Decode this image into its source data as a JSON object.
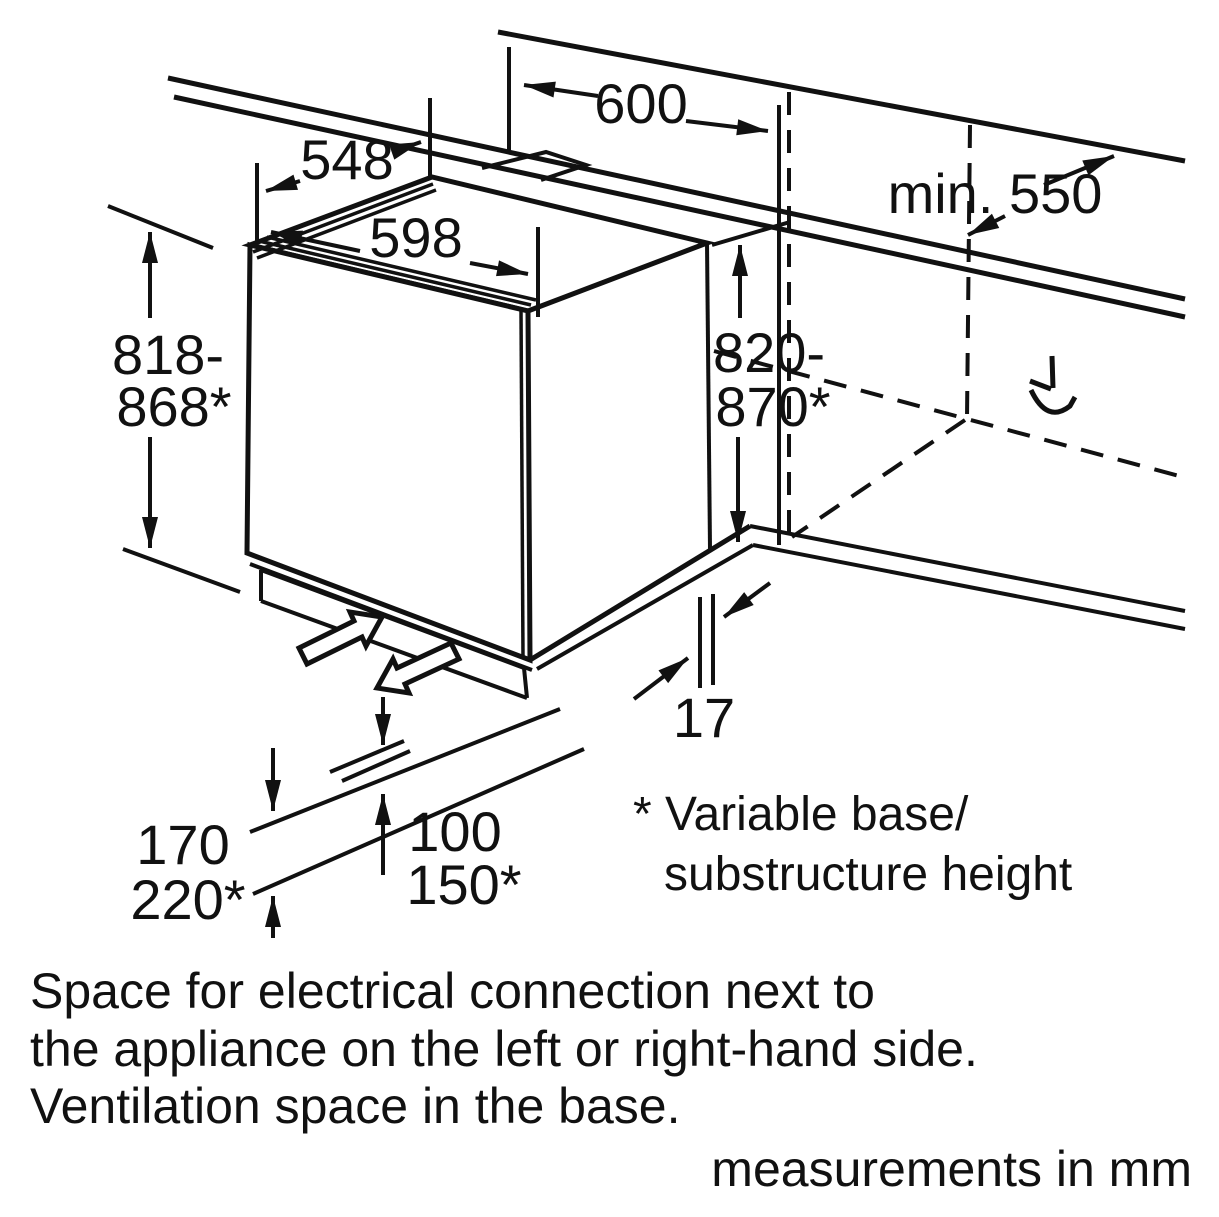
{
  "dimensions": {
    "niche_width": "600",
    "counter_depth_min": "min. 550",
    "appliance_depth": "548",
    "appliance_width": "598",
    "appliance_height": {
      "line1": "818-",
      "line2": "868*"
    },
    "niche_height": {
      "line1": "820-",
      "line2": "870*"
    },
    "plinth_recess": "17",
    "front_clearance": {
      "line1": "170",
      "line2": "220*"
    },
    "base_vent": {
      "line1": "100",
      "line2": "150*"
    }
  },
  "footnote": {
    "line1": "* Variable base/",
    "line2": "substructure height"
  },
  "notes": {
    "line1": "Space for electrical connection next to",
    "line2": "the appliance on the left or right-hand side.",
    "line3": "Ventilation space in the base.",
    "units": "measurements in mm"
  },
  "icons": {
    "socket": "power-socket-icon",
    "airflow_in": "airflow-in-arrow",
    "airflow_out": "airflow-out-arrow"
  },
  "colors": {
    "ink": "#111111",
    "background": "#ffffff"
  }
}
